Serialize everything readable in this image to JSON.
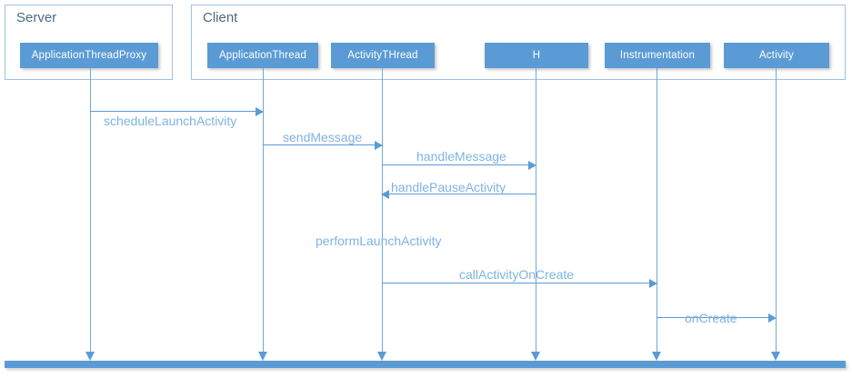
{
  "diagram": {
    "type": "sequence-diagram",
    "title": "",
    "colors": {
      "participant_fill": "#5B9BD5",
      "participant_text": "#FFFFFF",
      "group_border": "#9DC3E6",
      "group_title_text": "#4A6A87",
      "lifeline": "#6FA8DC",
      "message_line": "#5B9BD5",
      "message_text": "#7EB3E4",
      "bottom_bar": "#5B9BD5",
      "background": "#FFFFFF"
    }
  },
  "groups": [
    {
      "id": "server",
      "label": "Server"
    },
    {
      "id": "client",
      "label": "Client"
    }
  ],
  "participants": [
    {
      "id": "application-thread-proxy",
      "label": "ApplicationThreadProxy",
      "group": "server"
    },
    {
      "id": "application-thread",
      "label": "ApplicationThread",
      "group": "client"
    },
    {
      "id": "activity-thread",
      "label": "ActivityTHread",
      "group": "client"
    },
    {
      "id": "h",
      "label": "H",
      "group": "client"
    },
    {
      "id": "instrumentation",
      "label": "Instrumentation",
      "group": "client"
    },
    {
      "id": "activity",
      "label": "Activity",
      "group": "client"
    }
  ],
  "messages": [
    {
      "id": "schedule-launch-activity",
      "label": "scheduleLaunchActivity",
      "from": "application-thread-proxy",
      "to": "application-thread",
      "direction": "right"
    },
    {
      "id": "send-message",
      "label": "sendMessage",
      "from": "application-thread",
      "to": "activity-thread",
      "direction": "right"
    },
    {
      "id": "handle-message",
      "label": "handleMessage",
      "from": "activity-thread",
      "to": "h",
      "direction": "right"
    },
    {
      "id": "handle-pause-activity",
      "label": "handlePauseActivity",
      "from": "h",
      "to": "activity-thread",
      "direction": "left"
    },
    {
      "id": "perform-launch-activity",
      "label": "performLaunchActivity",
      "from": "activity-thread",
      "to": "activity-thread",
      "direction": "note"
    },
    {
      "id": "call-activity-on-create",
      "label": "callActivityOnCreate",
      "from": "activity-thread",
      "to": "instrumentation",
      "direction": "right"
    },
    {
      "id": "on-create",
      "label": "onCreate",
      "from": "instrumentation",
      "to": "activity",
      "direction": "right"
    }
  ]
}
